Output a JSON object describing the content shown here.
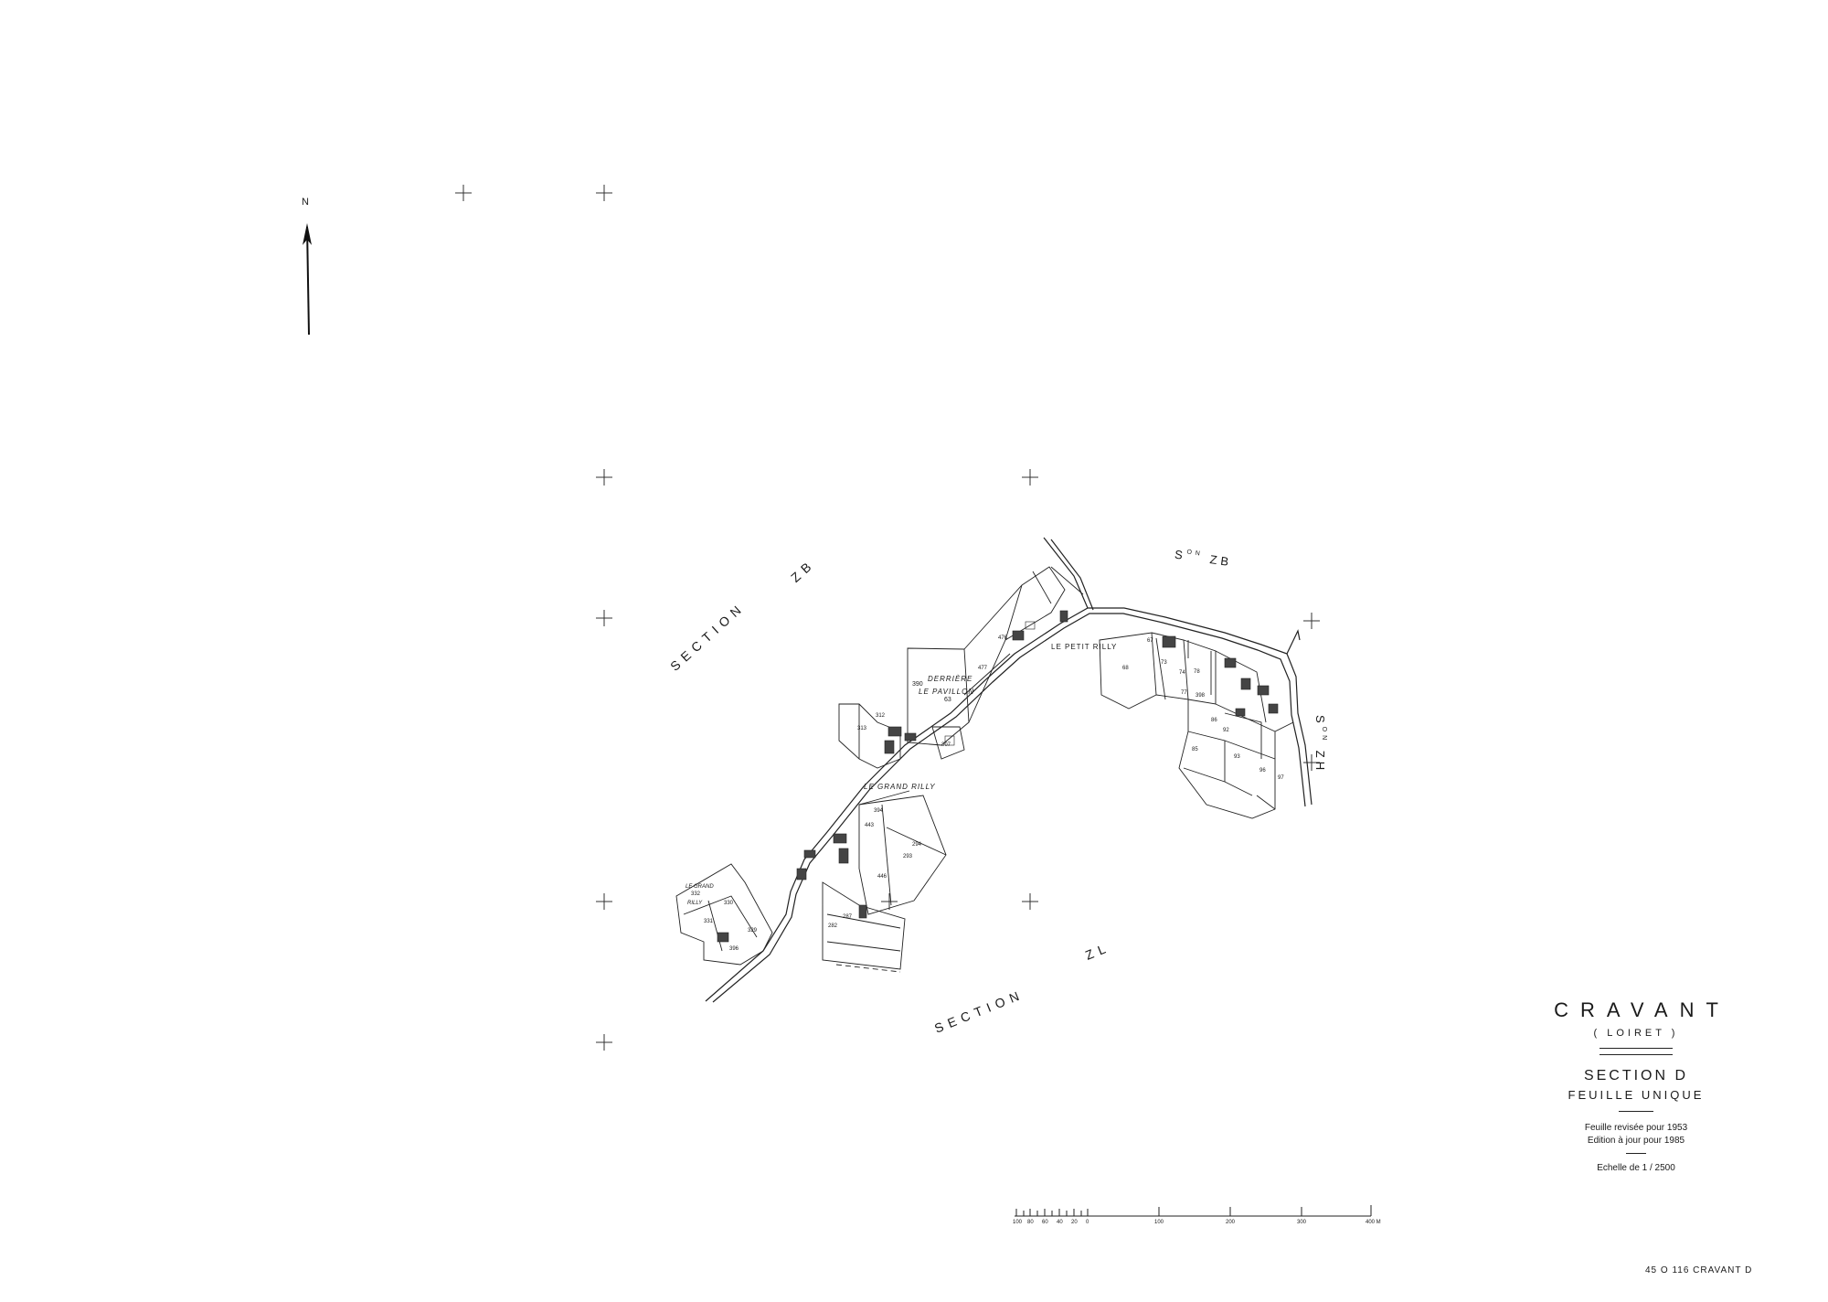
{
  "north": "N",
  "sections": {
    "zb_left_a": "SECTION",
    "zb_left_b": "ZB",
    "zb_top_s": "S",
    "zb_top_on": "ON",
    "zb_top_code": "ZB",
    "zh_s": "S",
    "zh_on": "ON",
    "zh_code": "ZH",
    "zl_a": "SECTION",
    "zl_b": "ZL"
  },
  "places": {
    "derriere": "DERRIÈRE",
    "pavillon": "LE PAVILLON",
    "petit_rilly": "LE PETIT RILLY",
    "grand_rilly": "LE GRAND RILLY",
    "grand_small_a": "LE GRAND",
    "grand_small_b": "RILLY"
  },
  "parcels": {
    "p390": "390",
    "p63": "63",
    "p312": "312",
    "p313": "313",
    "p307": "307",
    "p394": "394",
    "p443": "443",
    "p294": "294",
    "p293": "293",
    "p446": "446",
    "p282": "282",
    "p287": "287",
    "p332": "332",
    "p330": "330",
    "p331": "331",
    "p329": "329",
    "p396": "396",
    "p68": "68",
    "p73": "73",
    "p74": "74",
    "p77": "77",
    "p398": "398",
    "p86": "86",
    "p92": "92",
    "p85": "85",
    "p93": "93",
    "p96": "96",
    "p97": "97",
    "p67": "67",
    "p78": "78",
    "p477": "477",
    "p476": "476"
  },
  "title": {
    "commune": "CRAVANT",
    "dept": "( LOIRET )",
    "section": "SECTION D",
    "sheet": "FEUILLE UNIQUE",
    "revised": "Feuille revisée pour 1953",
    "edition": "Edition à jour pour 1985",
    "scale": "Echelle de 1 / 2500"
  },
  "scale_bar": {
    "labels": [
      "100",
      "80",
      "60",
      "40",
      "20",
      "0",
      "100",
      "200",
      "300",
      "400 M"
    ]
  },
  "map_code": "45 O 116 CRAVANT D"
}
